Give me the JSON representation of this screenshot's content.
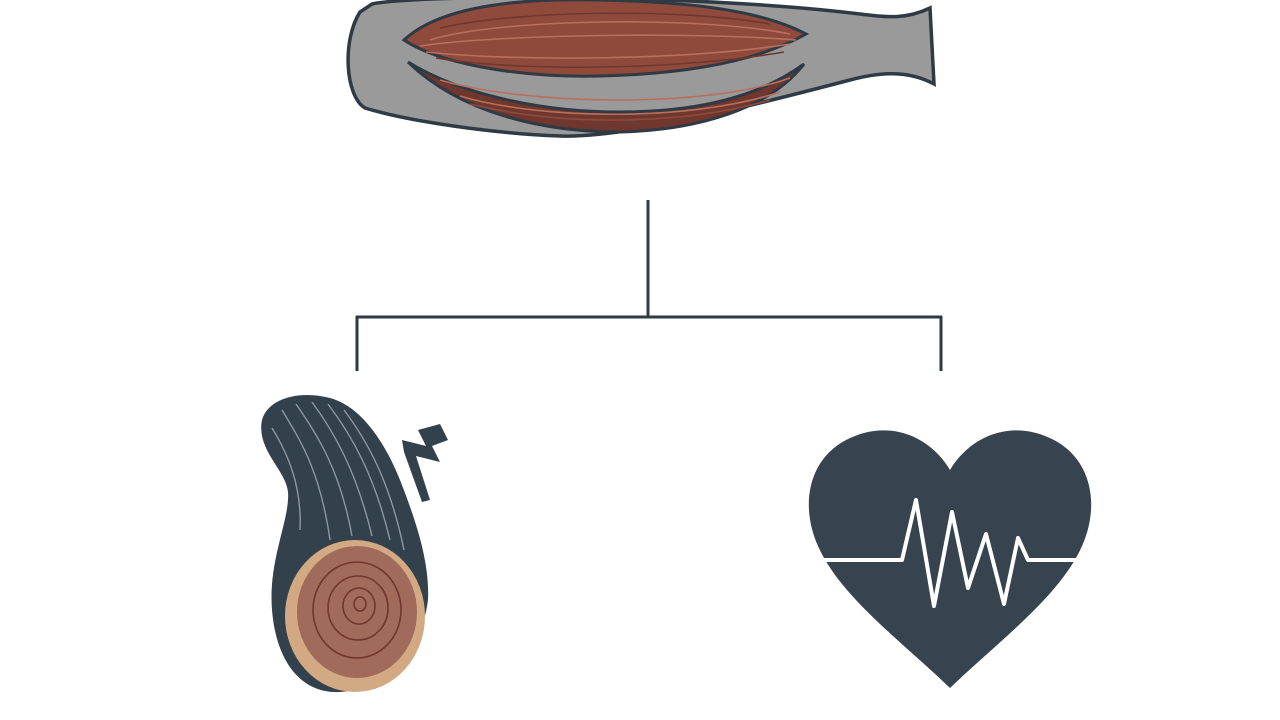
{
  "diagram": {
    "kind": "branching-diagram",
    "nodes": [
      {
        "id": "muscle",
        "icon": "muscle-illustration-icon",
        "role": "parent"
      },
      {
        "id": "fiber",
        "icon": "muscle-fiber-cross-section-icon",
        "role": "child"
      },
      {
        "id": "heart",
        "icon": "heart-rhythm-icon",
        "role": "child"
      }
    ],
    "edges": [
      {
        "from": "muscle",
        "to": "fiber"
      },
      {
        "from": "muscle",
        "to": "heart"
      }
    ]
  },
  "colors": {
    "background": "#ffffff",
    "outline": "#2f3a45",
    "sheath": "#9a9a9a",
    "muscle": "#8f4a3c",
    "muscle_dark": "#6f372d",
    "muscle_highlight": "#b8705d",
    "fiber_body": "#33414d",
    "fiber_stripe": "#8c97a0",
    "fiber_cut": "#a06b5b",
    "fiber_cut_ring": "#d3a984",
    "heart": "#37444f",
    "pulse": "#ffffff"
  }
}
